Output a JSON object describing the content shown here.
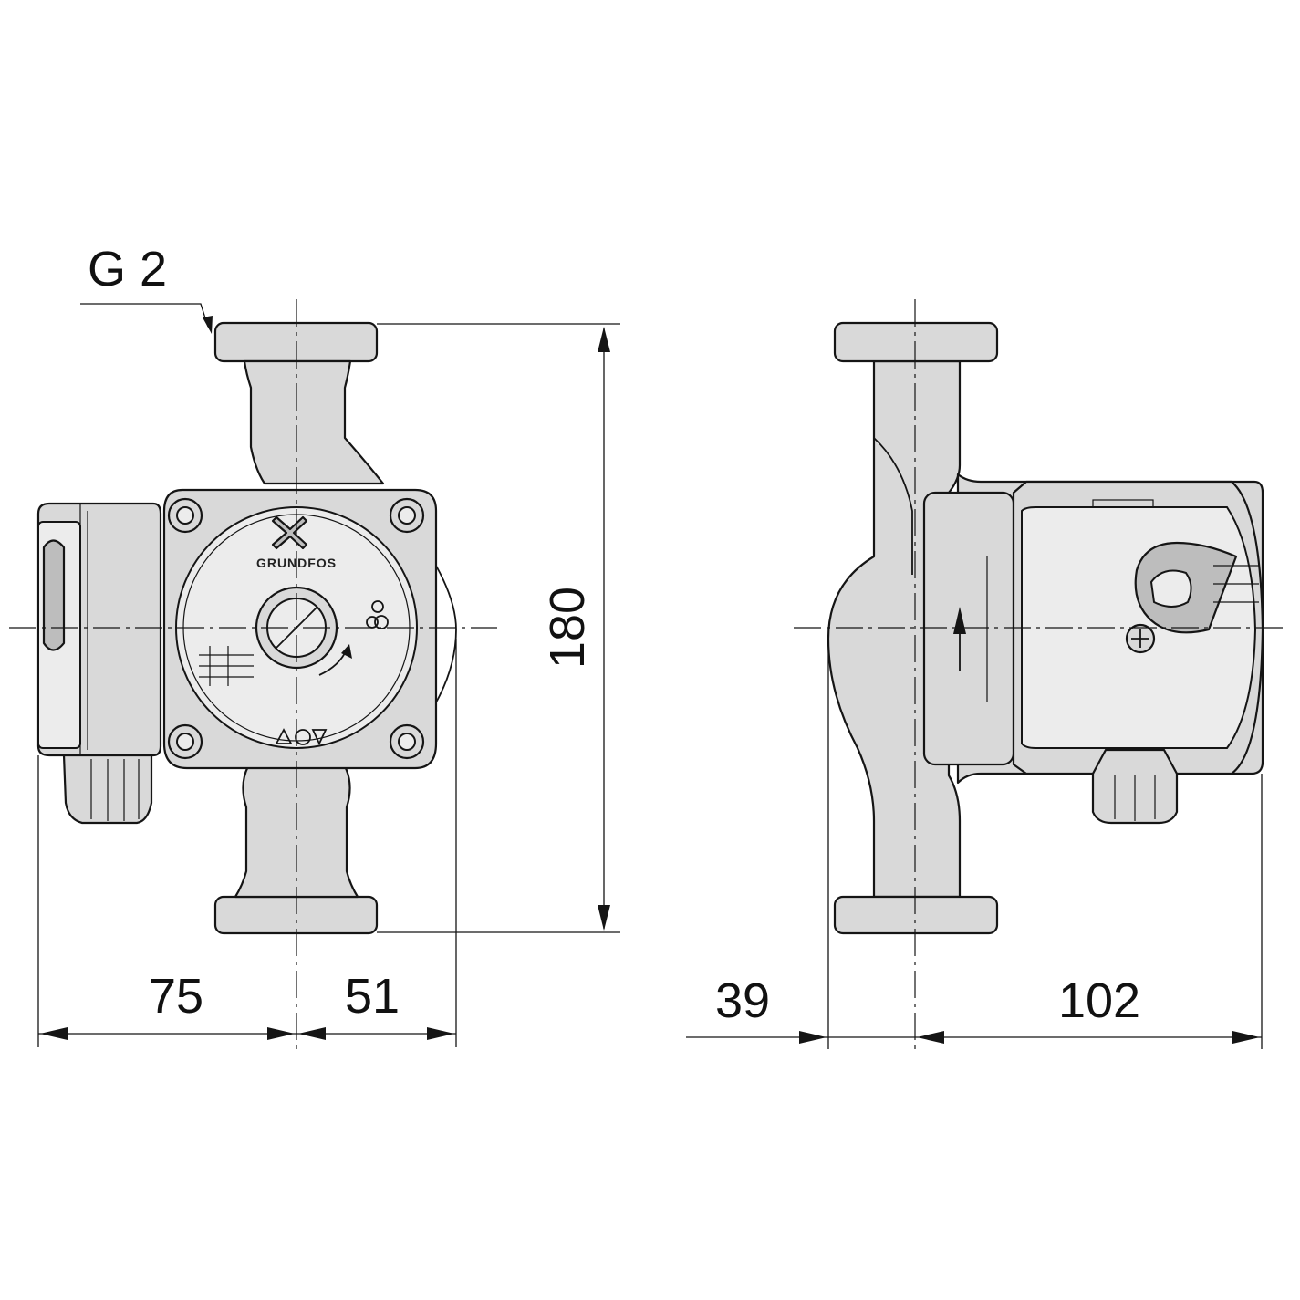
{
  "labels": {
    "thread": "G 2",
    "height": "180",
    "left_width": "75",
    "right_width": "51",
    "side_left": "39",
    "side_right": "102",
    "brand": "GRUNDFOS"
  }
}
